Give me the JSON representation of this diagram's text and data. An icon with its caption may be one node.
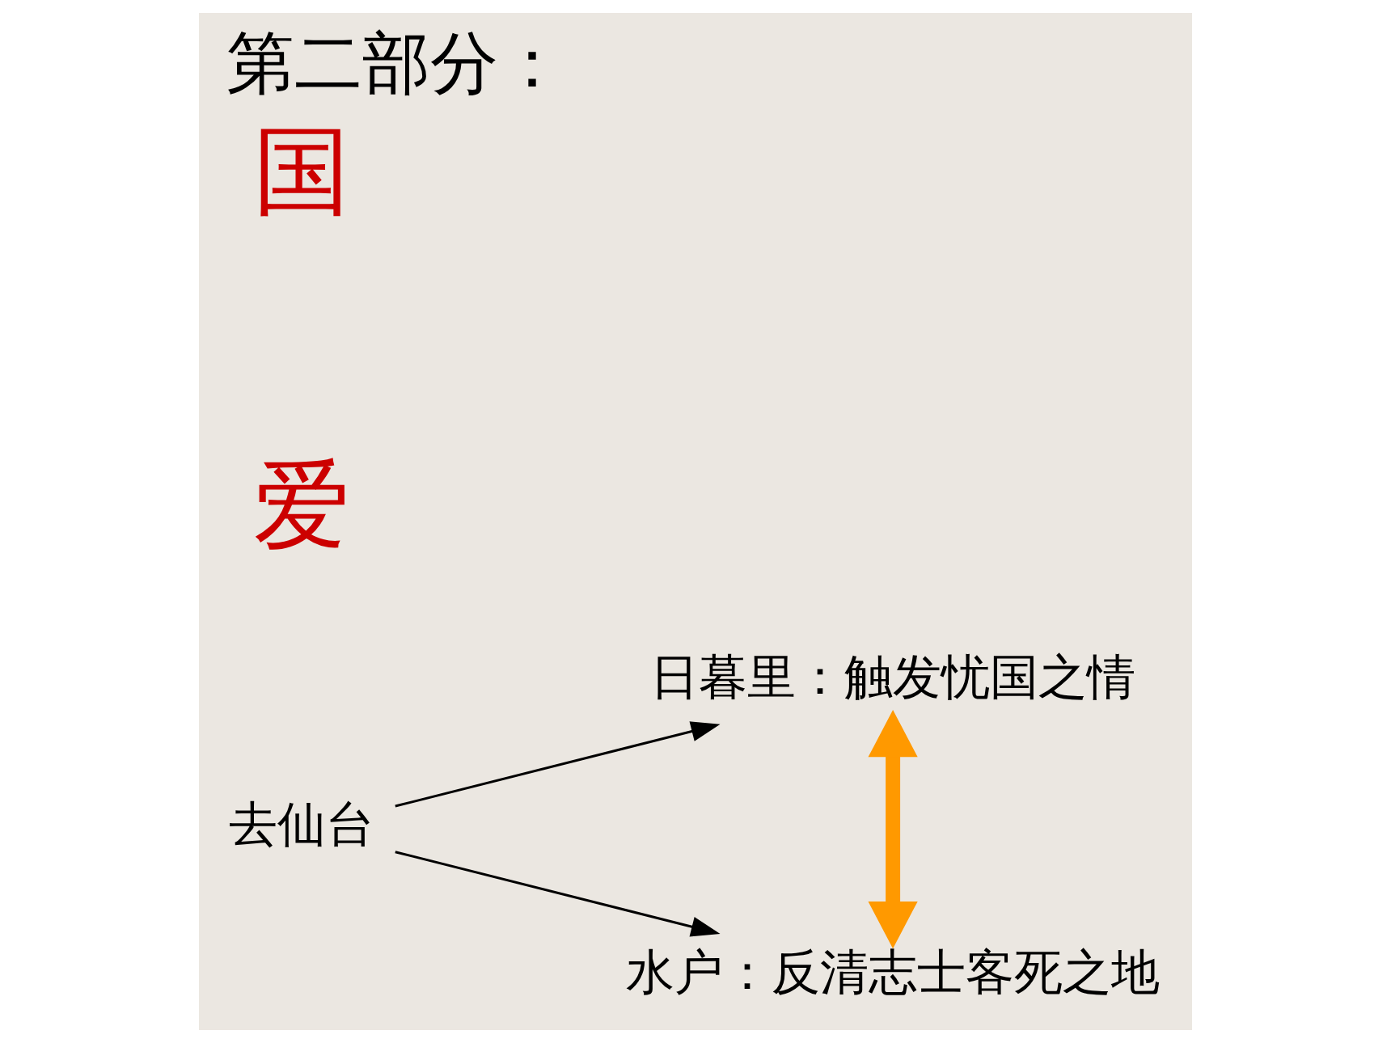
{
  "diagram": {
    "title": "第二部分：",
    "nodes": [
      {
        "text": [
          "去仙台"
        ]
      },
      {
        "text": [
          "日暮里：触发忧国之情"
        ]
      },
      {
        "text": [
          "水户：反清志士客死之地"
        ]
      }
    ],
    "edges": [
      {
        "from": 0,
        "to": 1,
        "arrow": "to"
      },
      {
        "from": 0,
        "to": 2,
        "arrow": "to"
      },
      {
        "from": 1,
        "to": 2,
        "arrow": "both",
        "style": "thick",
        "color": "#ff9900"
      }
    ],
    "labels": [
      "爱",
      "国"
    ]
  }
}
